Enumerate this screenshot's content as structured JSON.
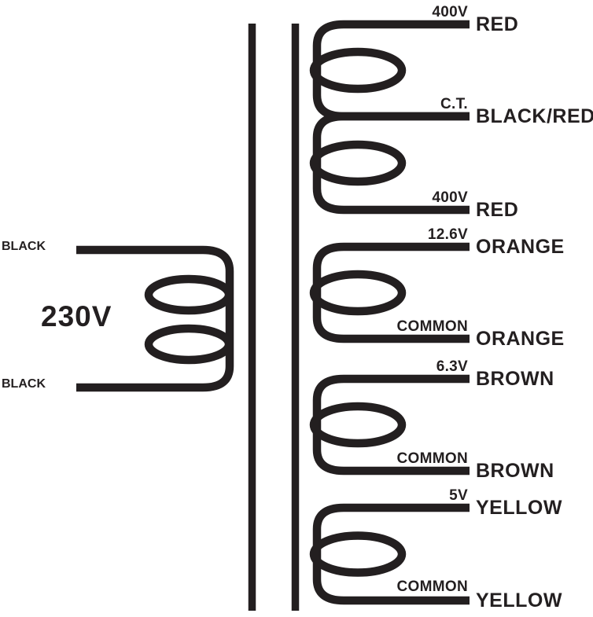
{
  "diagram": {
    "title_hint": "transformer-wiring-schematic",
    "ink_color": "#231f20",
    "background_color": "#ffffff",
    "primary": {
      "voltage": "230V",
      "lead_top": "BLACK",
      "lead_bottom": "BLACK"
    },
    "secondaries": [
      {
        "taps": [
          {
            "value": "400V",
            "wire": "RED"
          },
          {
            "value": "C.T.",
            "wire": "BLACK/RED"
          },
          {
            "value": "400V",
            "wire": "RED"
          }
        ]
      },
      {
        "taps": [
          {
            "value": "12.6V",
            "wire": "ORANGE"
          },
          {
            "value": "COMMON",
            "wire": "ORANGE"
          }
        ]
      },
      {
        "taps": [
          {
            "value": "6.3V",
            "wire": "BROWN"
          },
          {
            "value": "COMMON",
            "wire": "BROWN"
          }
        ]
      },
      {
        "taps": [
          {
            "value": "5V",
            "wire": "YELLOW"
          },
          {
            "value": "COMMON",
            "wire": "YELLOW"
          }
        ]
      }
    ]
  }
}
